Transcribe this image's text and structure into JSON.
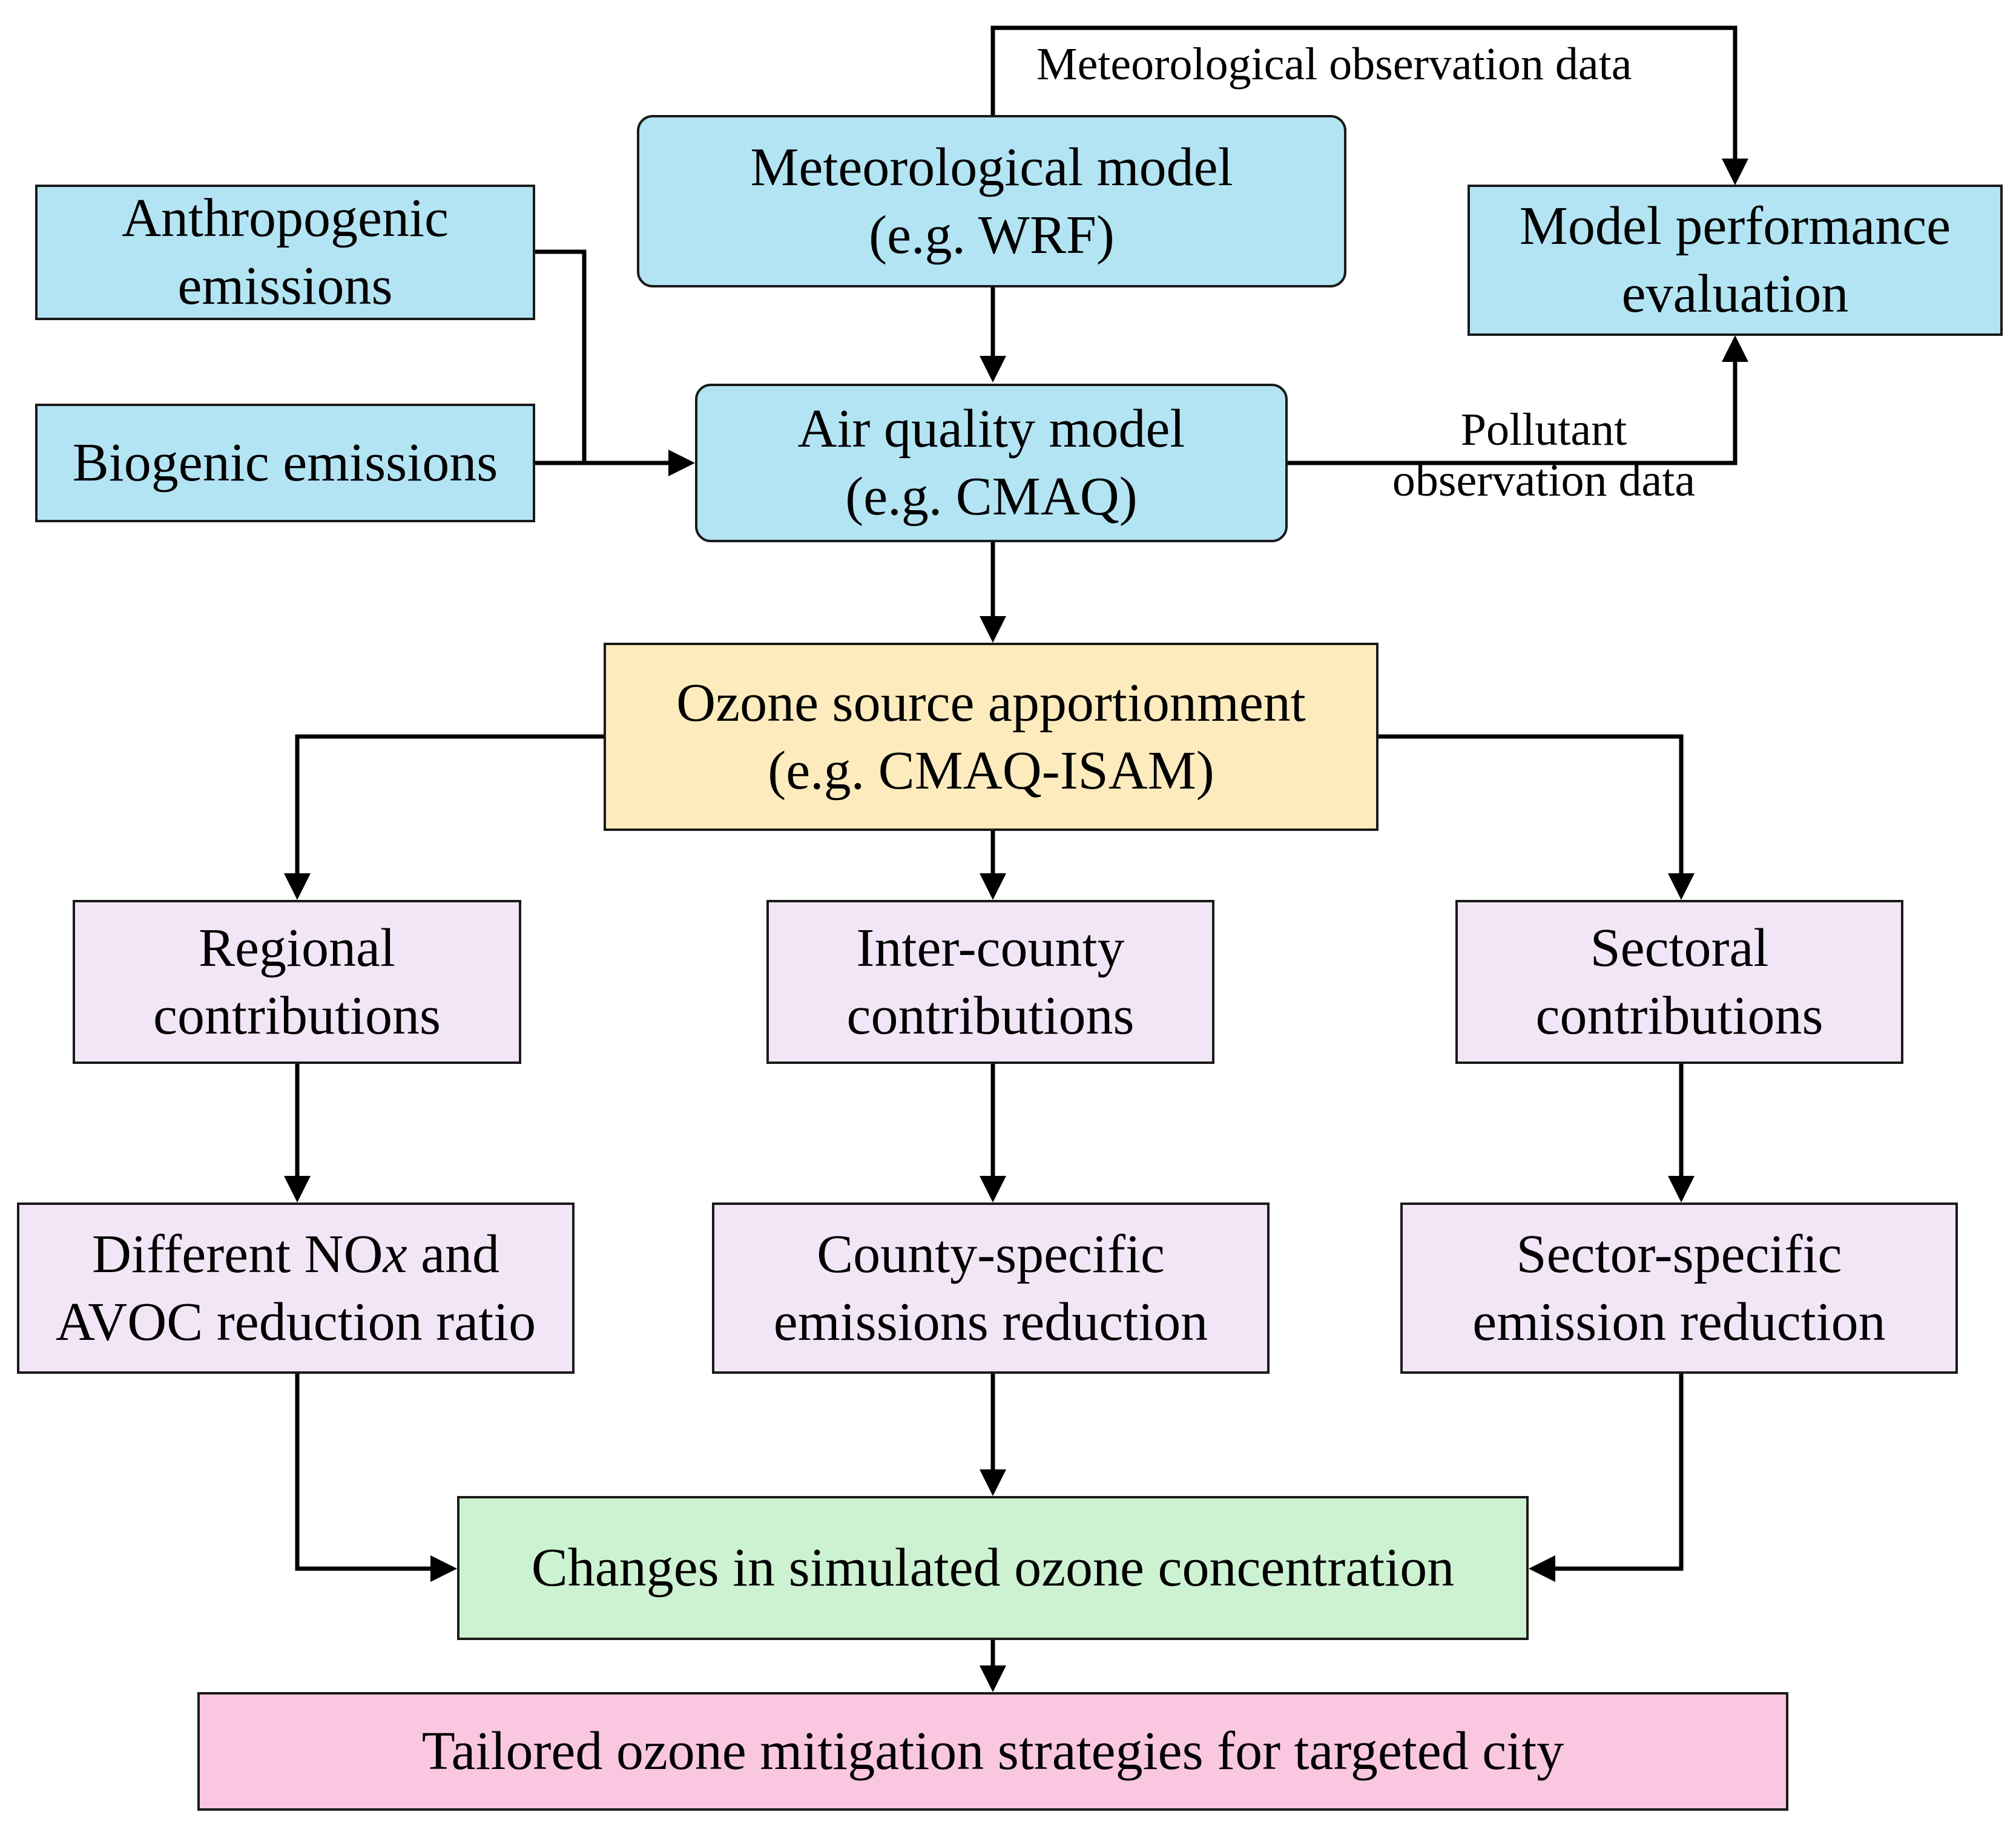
{
  "nodes": {
    "anthropogenic": {
      "line1": "Anthropogenic",
      "line2": "emissions"
    },
    "biogenic": {
      "line1": "Biogenic emissions"
    },
    "meteorological_model": {
      "line1": "Meteorological model",
      "line2": "(e.g. WRF)"
    },
    "model_performance": {
      "line1": "Model performance",
      "line2": "evaluation"
    },
    "air_quality_model": {
      "line1": "Air quality model",
      "line2": "(e.g. CMAQ)"
    },
    "source_apportionment": {
      "line1": "Ozone source apportionment",
      "line2": "(e.g. CMAQ-ISAM)"
    },
    "regional": {
      "line1": "Regional",
      "line2": "contributions"
    },
    "inter_county": {
      "line1": "Inter-county",
      "line2": "contributions"
    },
    "sectoral": {
      "line1": "Sectoral",
      "line2": "contributions"
    },
    "nox_avoc": {
      "line1_a": "Different NO",
      "line1_italic": "x",
      "line1_b": " and",
      "line2": "AVOC reduction ratio"
    },
    "county_specific": {
      "line1": "County-specific",
      "line2": "emissions reduction"
    },
    "sector_specific": {
      "line1": "Sector-specific",
      "line2": "emission reduction"
    },
    "changes": {
      "line1": "Changes in simulated ozone concentration"
    },
    "tailored": {
      "line1": "Tailored ozone mitigation strategies for targeted city"
    }
  },
  "edge_labels": {
    "meteorological_observation": "Meteorological observation data",
    "pollutant_line1": "Pollutant",
    "pollutant_line2": "observation data"
  },
  "colors": {
    "blue": "#b3e4f3",
    "yellow": "#fdebbd",
    "lavender": "#f2e6f6",
    "green": "#cdf2d2",
    "pink": "#f9c8e0",
    "stroke": "#1a1a1a"
  }
}
